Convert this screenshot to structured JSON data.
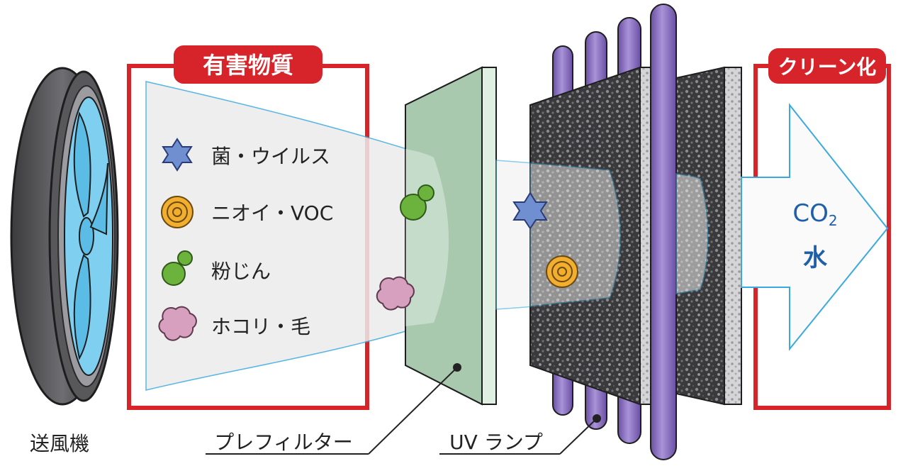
{
  "boxes": {
    "harmful_title": "有害物質",
    "clean_title": "クリーン化"
  },
  "legend": [
    {
      "label": "菌・ウイルス",
      "icon": "star-icon",
      "color": "#6f8fd0"
    },
    {
      "label": "ニオイ・VOC",
      "icon": "rings-icon",
      "color": "#f1ae2f"
    },
    {
      "label": "粉じん",
      "icon": "blob-icon",
      "color": "#6cb33e"
    },
    {
      "label": "ホコリ・毛",
      "icon": "cloud-icon",
      "color": "#d7a0bf"
    }
  ],
  "output": {
    "co": "CO",
    "sub": "2",
    "water": "水"
  },
  "labels": {
    "fan": "送風機",
    "prefilter": "プレフィルター",
    "uv": "UV ランプ"
  },
  "colors": {
    "frame_red": "#d7242b",
    "flow_blue": "#3aa9dd",
    "filter_green": "#a8c9ae",
    "lamp_purple": "#8b6fc0",
    "text_blue": "#1f5ea8"
  }
}
